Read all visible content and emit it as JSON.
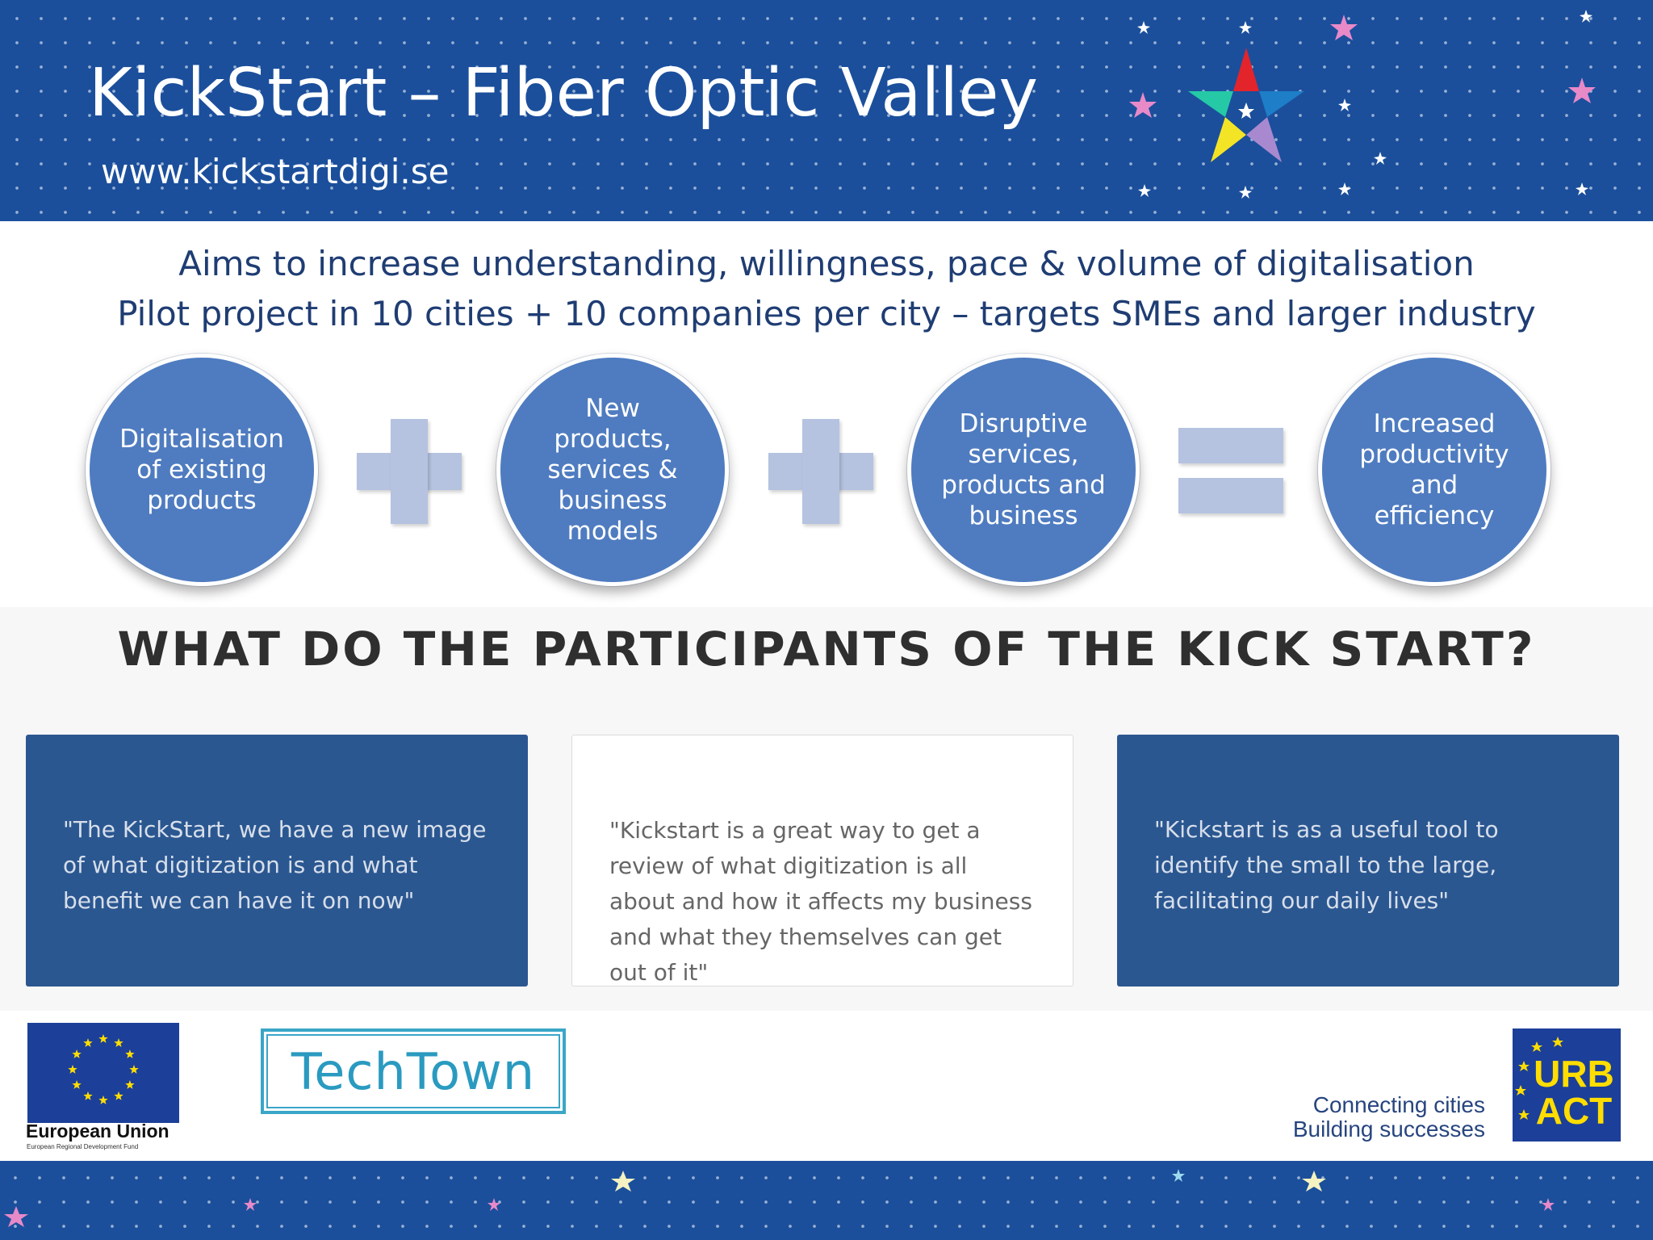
{
  "header": {
    "title": "KickStart – Fiber Optic Valley",
    "website": "www.kickstartdigi.se"
  },
  "aims": {
    "line1": "Aims to increase understanding, willingness, pace & volume of digitalisation",
    "line2": "Pilot project in 10 cities + 10 companies per city – targets SMEs and larger industry"
  },
  "equation": {
    "circles": [
      "Digitalisation of existing products",
      "New products, services & business models",
      "Disruptive services, products and business",
      "Increased productivity and efficiency"
    ]
  },
  "section": {
    "question": "WHAT DO THE PARTICIPANTS OF THE KICK START?"
  },
  "testimonials": [
    "\"The KickStart, we have a new image of what digitization is and what benefit we can have it on now\"",
    "\"Kickstart is a great way to get a review of what digitization is all about and how it affects my business and what they themselves can get out of it\"",
    "\"Kickstart is as a useful tool to identify the small to the large, facilitating our daily lives\""
  ],
  "logos": {
    "eu_label": "European Union",
    "eu_sub": "European Regional Development Fund",
    "techtown": "TechTown",
    "urbact_line1": "Connecting cities",
    "urbact_line2": "Building successes",
    "urbact_word1": "URB",
    "urbact_word2": "ACT"
  },
  "colors": {
    "header_blue": "#1b4f9c",
    "circle_blue": "#4f7cc0",
    "card_dark": "#2b5791",
    "operator": "#b5c3e0"
  }
}
